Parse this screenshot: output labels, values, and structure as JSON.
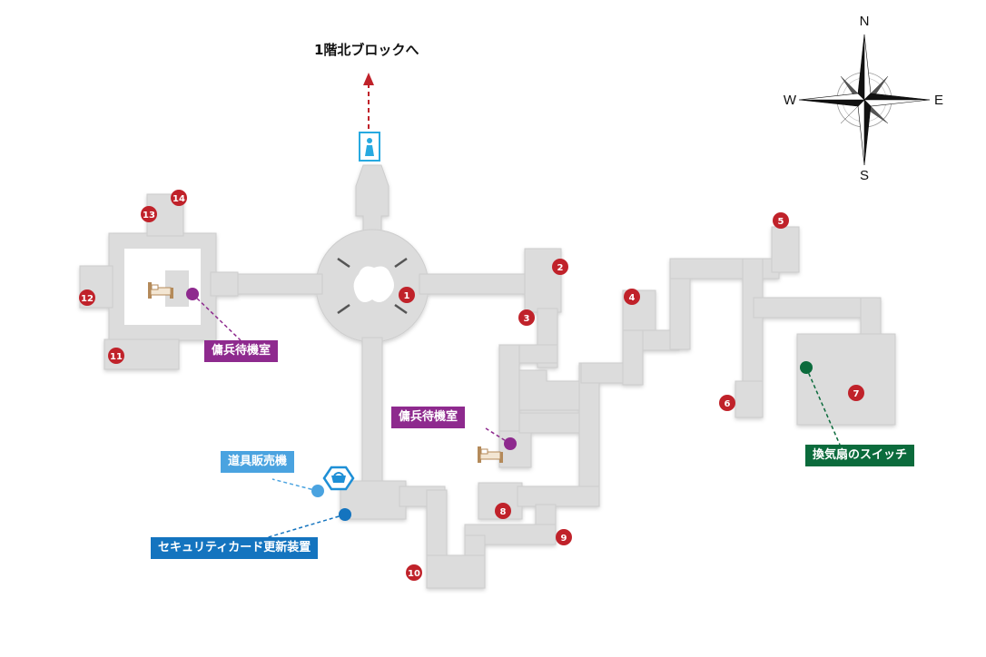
{
  "title": "1階北ブロックへ",
  "compass": {
    "n": "N",
    "e": "E",
    "s": "S",
    "w": "W"
  },
  "labels": {
    "mercenary_room_west": "傭兵待機室",
    "mercenary_room_center": "傭兵待機室",
    "item_vendor": "道具販売機",
    "security_card_updater": "セキュリティカード更新装置",
    "fan_switch": "換気扇のスイッチ"
  },
  "markers": [
    "1",
    "2",
    "3",
    "4",
    "5",
    "6",
    "7",
    "8",
    "9",
    "10",
    "11",
    "12",
    "13",
    "14"
  ],
  "colors": {
    "floor": "#dcdcdc",
    "floor_stroke": "#c6c6c6",
    "marker_red": "#c0222a",
    "mercenary": "#8e2a8e",
    "vendor": "#4aa3e0",
    "security": "#1474bf",
    "switch": "#0b6b3c",
    "exit_arrow": "#c0222a"
  },
  "icons": [
    "bed-icon",
    "person-icon",
    "vendor-icon",
    "compass-rose-icon"
  ]
}
